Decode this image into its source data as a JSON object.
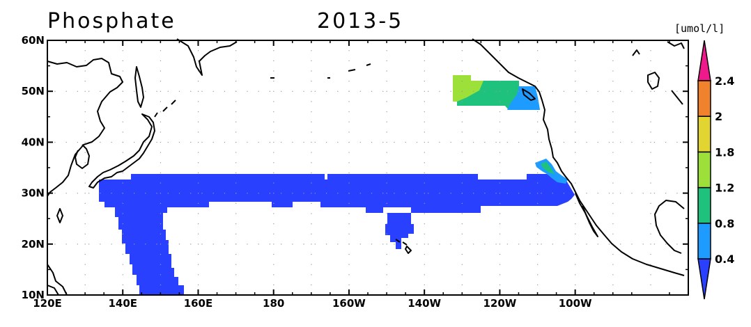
{
  "title": "Phosphate",
  "date": "2013-5",
  "units": "[umol/l]",
  "map": {
    "lon_range": [
      120,
      290
    ],
    "lat_range": [
      10,
      60
    ],
    "x_ticks": [
      {
        "lon": 120,
        "label": "120E"
      },
      {
        "lon": 140,
        "label": "140E"
      },
      {
        "lon": 160,
        "label": "160E"
      },
      {
        "lon": 180,
        "label": "180"
      },
      {
        "lon": 200,
        "label": "160W"
      },
      {
        "lon": 220,
        "label": "140W"
      },
      {
        "lon": 240,
        "label": "120W"
      },
      {
        "lon": 260,
        "label": "100W"
      }
    ],
    "y_ticks": [
      {
        "lat": 10,
        "label": "10N"
      },
      {
        "lat": 20,
        "label": "20N"
      },
      {
        "lat": 30,
        "label": "30N"
      },
      {
        "lat": 40,
        "label": "40N"
      },
      {
        "lat": 50,
        "label": "50N"
      },
      {
        "lat": 60,
        "label": "60N"
      }
    ]
  },
  "colorbar": {
    "levels": [
      "0.4",
      "0.8",
      "1.2",
      "1.8",
      "2",
      "2.4"
    ],
    "colors": [
      "#2a40ff",
      "#1e9bff",
      "#1ec27c",
      "#9ee03a",
      "#e2d431",
      "#f0822e",
      "#ee1a8c"
    ]
  },
  "regions": [
    {
      "name": "section-30n",
      "value_class": 0,
      "color": "#2a40ff"
    },
    {
      "name": "section-137e",
      "value_class": 0,
      "color": "#2a40ff"
    },
    {
      "name": "hawaii-patch",
      "value_class": 0,
      "color": "#2a40ff"
    },
    {
      "name": "california-patch",
      "value_class": 1,
      "color": "#1e9bff"
    },
    {
      "name": "gulf-of-alaska-patch",
      "value_class": 2,
      "color": "#1ec27c"
    }
  ]
}
